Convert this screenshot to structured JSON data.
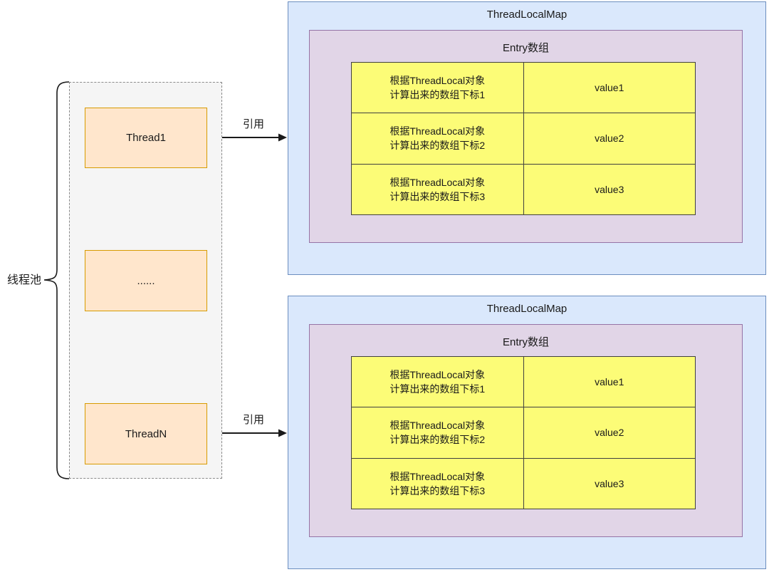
{
  "thread_pool": {
    "label": "线程池",
    "threads": [
      {
        "label": "Thread1"
      },
      {
        "label": "......"
      },
      {
        "label": "ThreadN"
      }
    ]
  },
  "arrows": [
    {
      "label": "引用"
    },
    {
      "label": "引用"
    }
  ],
  "maps": [
    {
      "title": "ThreadLocalMap",
      "entry_title": "Entry数组",
      "rows": [
        {
          "key_line1": "根据ThreadLocal对象",
          "key_line2": "计算出来的数组下标1",
          "value": "value1"
        },
        {
          "key_line1": "根据ThreadLocal对象",
          "key_line2": "计算出来的数组下标2",
          "value": "value2"
        },
        {
          "key_line1": "根据ThreadLocal对象",
          "key_line2": "计算出来的数组下标3",
          "value": "value3"
        }
      ]
    },
    {
      "title": "ThreadLocalMap",
      "entry_title": "Entry数组",
      "rows": [
        {
          "key_line1": "根据ThreadLocal对象",
          "key_line2": "计算出来的数组下标1",
          "value": "value1"
        },
        {
          "key_line1": "根据ThreadLocal对象",
          "key_line2": "计算出来的数组下标2",
          "value": "value2"
        },
        {
          "key_line1": "根据ThreadLocal对象",
          "key_line2": "计算出来的数组下标3",
          "value": "value3"
        }
      ]
    }
  ],
  "colors": {
    "map_fill": "#dae8fc",
    "map_border": "#6c8ebf",
    "entry_fill": "#e1d5e7",
    "entry_border": "#9673a6",
    "table_fill": "#fcfc77",
    "table_border": "#404040",
    "thread_fill": "#ffe6cc",
    "thread_border": "#d79b00",
    "pool_fill": "#f5f5f5",
    "pool_border": "#8a8a8a",
    "line": "#1a1a1a"
  }
}
